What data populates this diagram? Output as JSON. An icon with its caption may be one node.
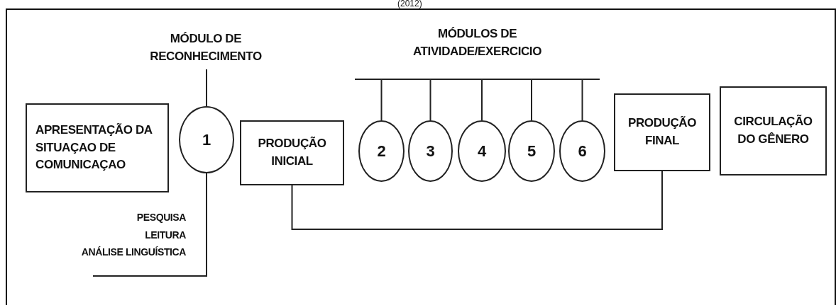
{
  "diagram": {
    "nodes": [
      {
        "text": [
          "APRESENTAÇÃO DA SITUAÇAO DE COMUNICAÇAO"
        ]
      },
      {
        "text": [
          "MÓDULO DE RECONHECIMENTO"
        ]
      },
      {
        "text": [
          "1"
        ]
      },
      {
        "text": [
          "PRODUÇÃO INICIAL"
        ]
      },
      {
        "text": [
          "MÓDULOS DE ATIVIDADE/EXERCICIO"
        ]
      },
      {
        "text": [
          "2"
        ]
      },
      {
        "text": [
          "3"
        ]
      },
      {
        "text": [
          "4"
        ]
      },
      {
        "text": [
          "5"
        ]
      },
      {
        "text": [
          "6"
        ]
      },
      {
        "text": [
          "PRODUÇÃO FINAL"
        ]
      },
      {
        "text": [
          "CIRCULAÇÃO DO GÊNERO"
        ]
      },
      {
        "text": [
          "PESQUISA",
          "LEITURA",
          "ANÁLISE LINGUÍSTICA"
        ]
      }
    ],
    "edges": [
      {
        "from": 1,
        "to": 2,
        "arrow": "none"
      },
      {
        "from": 4,
        "to": 5,
        "arrow": "none"
      },
      {
        "from": 4,
        "to": 6,
        "arrow": "none"
      },
      {
        "from": 4,
        "to": 7,
        "arrow": "none"
      },
      {
        "from": 4,
        "to": 8,
        "arrow": "none"
      },
      {
        "from": 4,
        "to": 9,
        "arrow": "none"
      },
      {
        "from": 3,
        "to": 10,
        "arrow": "none"
      },
      {
        "from": 2,
        "to": 12,
        "arrow": "none"
      }
    ],
    "labels": [
      "(2012)"
    ]
  }
}
